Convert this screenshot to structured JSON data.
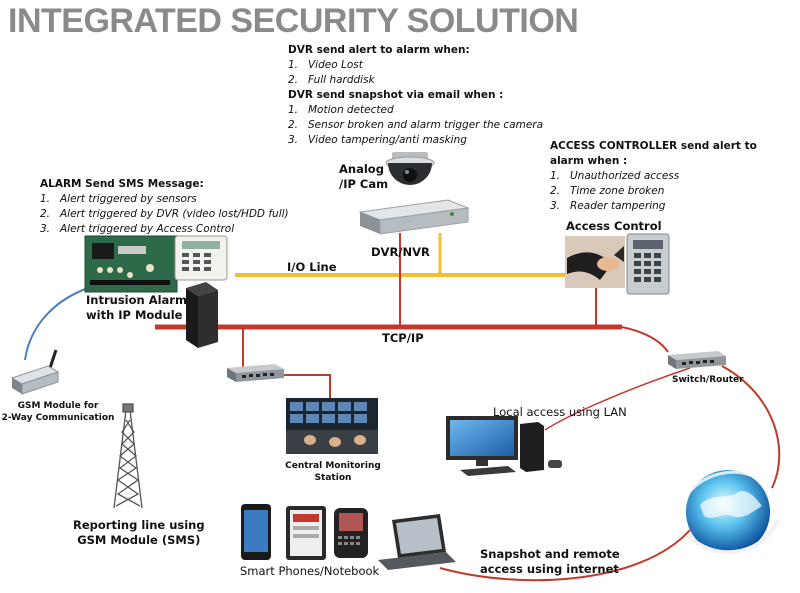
{
  "title": "INTEGRATED SECURITY SOLUTION",
  "dvr_block": {
    "alarm_heading": "DVR send alert to alarm when:",
    "alarm_items": [
      "Video Lost",
      "Full harddisk"
    ],
    "email_heading": "DVR send snapshot via email when :",
    "email_items": [
      "Motion detected",
      "Sensor broken and alarm trigger the camera",
      "Video tampering/anti masking"
    ]
  },
  "alarm_block": {
    "heading": "ALARM Send SMS Message:",
    "items": [
      "Alert triggered by sensors",
      "Alert triggered by DVR (video lost/HDD full)",
      "Alert triggered by Access Control"
    ]
  },
  "access_block": {
    "heading_line1": "ACCESS CONTROLLER send alert to",
    "heading_line2": "alarm when :",
    "items": [
      "Unauthorized access",
      "Time zone broken",
      "Reader tampering"
    ]
  },
  "labels": {
    "camera_line1": "Analog",
    "camera_line2": "/IP Cam",
    "dvr": "DVR/NVR",
    "access_control": "Access Control",
    "io_line": "I/O Line",
    "intrusion_line1": "Intrusion Alarm",
    "intrusion_line2": "with IP Module",
    "tcpip": "TCP/IP",
    "gsm_line1": "GSM Module for",
    "gsm_line2": "2-Way Communication",
    "switch": "Switch/Router",
    "cms_line1": "Central Monitoring",
    "cms_line2": "Station",
    "local_access": "Local access using LAN",
    "reporting_line1": "Reporting line using",
    "reporting_line2": "GSM Module (SMS)",
    "smart": "Smart Phones/Notebook",
    "snapshot_line1": "Snapshot and remote",
    "snapshot_line2": "access using internet"
  },
  "colors": {
    "title": "#8a8a8a",
    "io_line": "#f0c030",
    "tcp_line": "#c0392b",
    "internet_link": "#c0392b",
    "gsm_link": "#4a7fc1"
  }
}
